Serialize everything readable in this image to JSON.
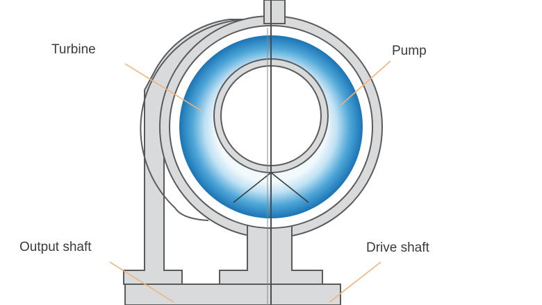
{
  "diagram": {
    "labels": {
      "turbine": "Turbine",
      "pump": "Pump",
      "output_shaft": "Output shaft",
      "drive_shaft": "Drive shaft"
    },
    "colors": {
      "housing_fill": "#d9dadc",
      "housing_stroke": "#5a5a5a",
      "fluid_outer": "#1f88c4",
      "fluid_inner": "#ffffff",
      "leader_line": "#f2b27a",
      "label_text": "#3a3a3a"
    }
  }
}
